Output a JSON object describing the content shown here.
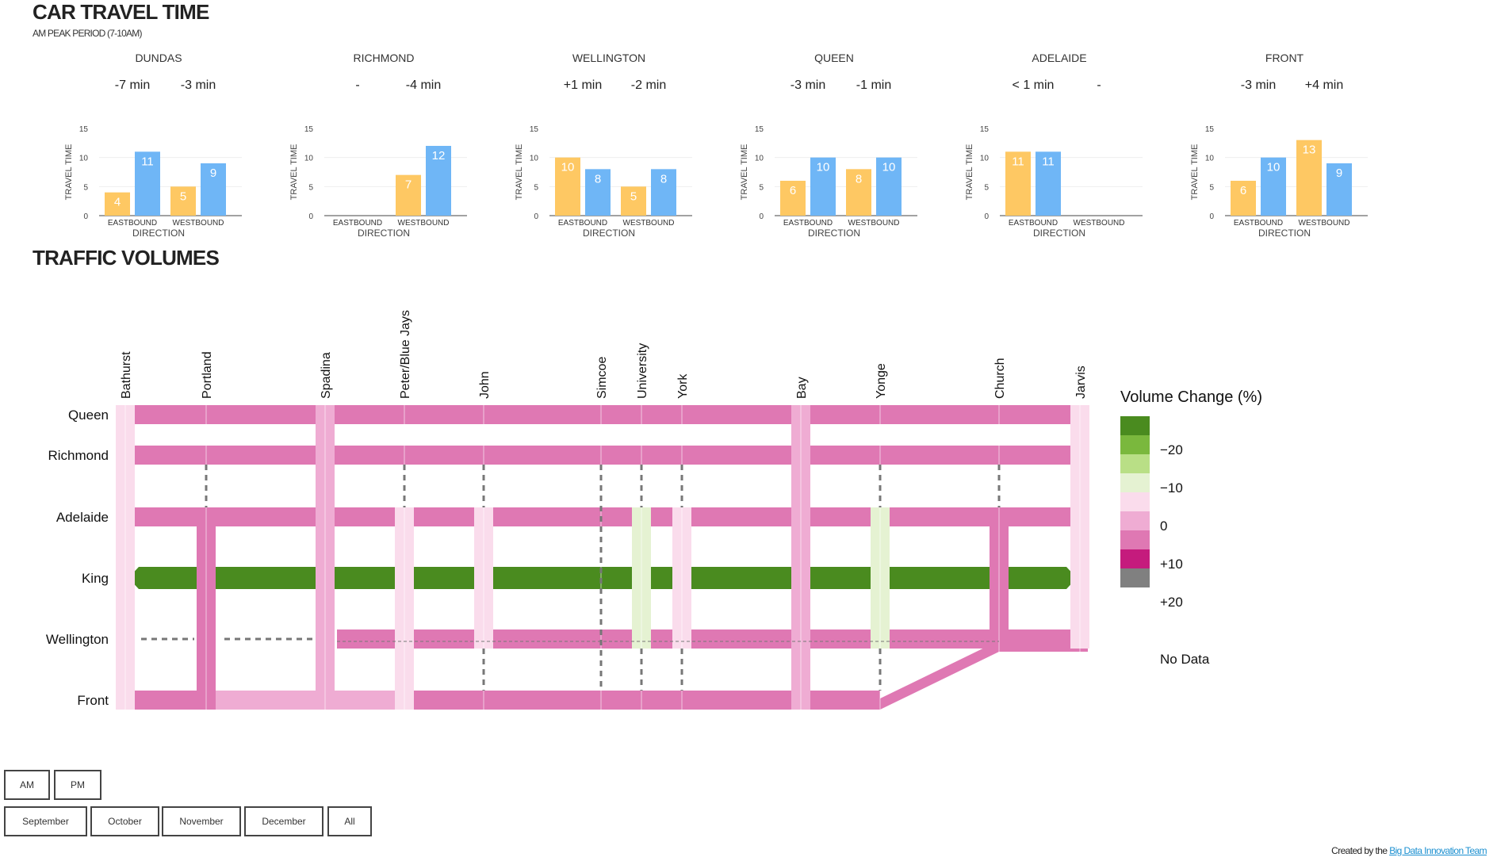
{
  "header": {
    "title": "CAR TRAVEL TIME",
    "subtitle": "AM PEAK PERIOD (7-10AM)"
  },
  "colors": {
    "eastbound": "#fec863",
    "westbound": "#6fb6f6",
    "strong_decrease": "#4a8b1f",
    "decrease": "#7ab83d",
    "slight_decrease": "#b9df86",
    "no_change_low": "#e5f2d2",
    "no_change_high": "#fadcec",
    "increase": "#efacd3",
    "strong_increase": "#df78b3",
    "very_strong_increase": "#c51b7d",
    "no_data": "#808080"
  },
  "chart_data": [
    {
      "type": "bar",
      "title": "DUNDAS",
      "xlabel": "DIRECTION",
      "ylabel": "TRAVEL TIME",
      "ylim": [
        0,
        15
      ],
      "yticks": [
        0,
        5,
        10,
        15
      ],
      "categories": [
        "EASTBOUND",
        "WESTBOUND"
      ],
      "change_labels": [
        "-7 min",
        "-3 min"
      ],
      "series": [
        {
          "values": [
            4,
            5
          ]
        },
        {
          "values": [
            11,
            9
          ]
        }
      ]
    },
    {
      "type": "bar",
      "title": "RICHMOND",
      "xlabel": "DIRECTION",
      "ylabel": "TRAVEL TIME",
      "ylim": [
        0,
        15
      ],
      "yticks": [
        0,
        5,
        10,
        15
      ],
      "categories": [
        "EASTBOUND",
        "WESTBOUND"
      ],
      "change_labels": [
        "-",
        "-4 min"
      ],
      "series": [
        {
          "values": [
            null,
            7
          ]
        },
        {
          "values": [
            null,
            12
          ]
        }
      ]
    },
    {
      "type": "bar",
      "title": "WELLINGTON",
      "xlabel": "DIRECTION",
      "ylabel": "TRAVEL TIME",
      "ylim": [
        0,
        15
      ],
      "yticks": [
        0,
        5,
        10,
        15
      ],
      "categories": [
        "EASTBOUND",
        "WESTBOUND"
      ],
      "change_labels": [
        "+1 min",
        "-2 min"
      ],
      "series": [
        {
          "values": [
            10,
            5
          ]
        },
        {
          "values": [
            8,
            8
          ]
        }
      ]
    },
    {
      "type": "bar",
      "title": "QUEEN",
      "xlabel": "DIRECTION",
      "ylabel": "TRAVEL TIME",
      "ylim": [
        0,
        15
      ],
      "yticks": [
        0,
        5,
        10,
        15
      ],
      "categories": [
        "EASTBOUND",
        "WESTBOUND"
      ],
      "change_labels": [
        "-3 min",
        "-1 min"
      ],
      "series": [
        {
          "values": [
            6,
            8
          ]
        },
        {
          "values": [
            10,
            10
          ]
        }
      ]
    },
    {
      "type": "bar",
      "title": "ADELAIDE",
      "xlabel": "DIRECTION",
      "ylabel": "TRAVEL TIME",
      "ylim": [
        0,
        15
      ],
      "yticks": [
        0,
        5,
        10,
        15
      ],
      "categories": [
        "EASTBOUND",
        "WESTBOUND"
      ],
      "change_labels": [
        "< 1 min",
        "-"
      ],
      "series": [
        {
          "values": [
            11,
            null
          ]
        },
        {
          "values": [
            11,
            null
          ]
        }
      ]
    },
    {
      "type": "bar",
      "title": "FRONT",
      "xlabel": "DIRECTION",
      "ylabel": "TRAVEL TIME",
      "ylim": [
        0,
        15
      ],
      "yticks": [
        0,
        5,
        10,
        15
      ],
      "categories": [
        "EASTBOUND",
        "WESTBOUND"
      ],
      "change_labels": [
        "-3 min",
        "+4 min"
      ],
      "series": [
        {
          "values": [
            6,
            13
          ]
        },
        {
          "values": [
            10,
            9
          ]
        }
      ]
    }
  ],
  "volumes": {
    "title": "TRAFFIC VOLUMES",
    "legend_title": "Volume Change (%)",
    "legend_labels": [
      "−20",
      "−10",
      "0",
      "+10",
      "+20",
      "No Data"
    ],
    "north_south_streets": [
      "Bathurst",
      "Portland",
      "Spadina",
      "Peter/Blue Jays",
      "John",
      "Simcoe",
      "University",
      "York",
      "Bay",
      "Yonge",
      "Church",
      "Jarvis"
    ],
    "east_west_streets": [
      "Queen",
      "Richmond",
      "Adelaide",
      "King",
      "Wellington",
      "Front"
    ]
  },
  "controls": {
    "period_buttons": [
      "AM",
      "PM"
    ],
    "month_buttons": [
      "September",
      "October",
      "November",
      "December",
      "All"
    ]
  },
  "footer": {
    "credit_prefix": "Created by the",
    "credit_link": "Big Data Innovation Team"
  }
}
